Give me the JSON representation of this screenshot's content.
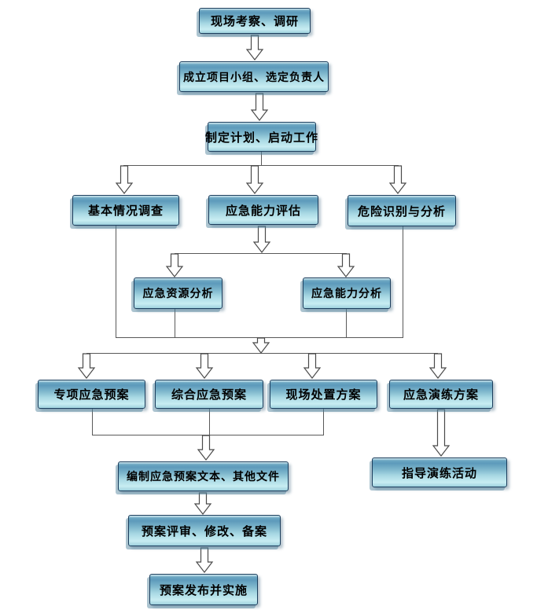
{
  "diagram": {
    "type": "flowchart",
    "nodes": {
      "site_survey": {
        "label": "现场考察、调研"
      },
      "team_setup": {
        "label": "成立项目小组、选定负责人"
      },
      "plan_start": {
        "label": "制定计划、启动工作"
      },
      "basic_survey": {
        "label": "基本情况调查"
      },
      "capability_assessment": {
        "label": "应急能力评估"
      },
      "hazard_identification": {
        "label": "危险识别与分析"
      },
      "resource_analysis": {
        "label": "应急资源分析"
      },
      "capability_analysis": {
        "label": "应急能力分析"
      },
      "special_plan": {
        "label": "专项应急预案"
      },
      "comprehensive_plan": {
        "label": "综合应急预案"
      },
      "onsite_plan": {
        "label": "现场处置方案"
      },
      "drill_plan": {
        "label": "应急演练方案"
      },
      "drill_guidance": {
        "label": "指导演练活动"
      },
      "compile_documents": {
        "label": "编制应急预案文本、其他文件"
      },
      "review_revise_file": {
        "label": "预案评审、修改、备案"
      },
      "publish_implement": {
        "label": "预案发布并实施"
      }
    },
    "colors": {
      "box_border": "#1b3d5c",
      "box_gradient_top": "#5d9abb",
      "box_gradient_bottom": "#c8edf2",
      "box_shadow": "#4a7d96",
      "connector": "#595959",
      "text": "#000000",
      "background": "#ffffff"
    }
  }
}
